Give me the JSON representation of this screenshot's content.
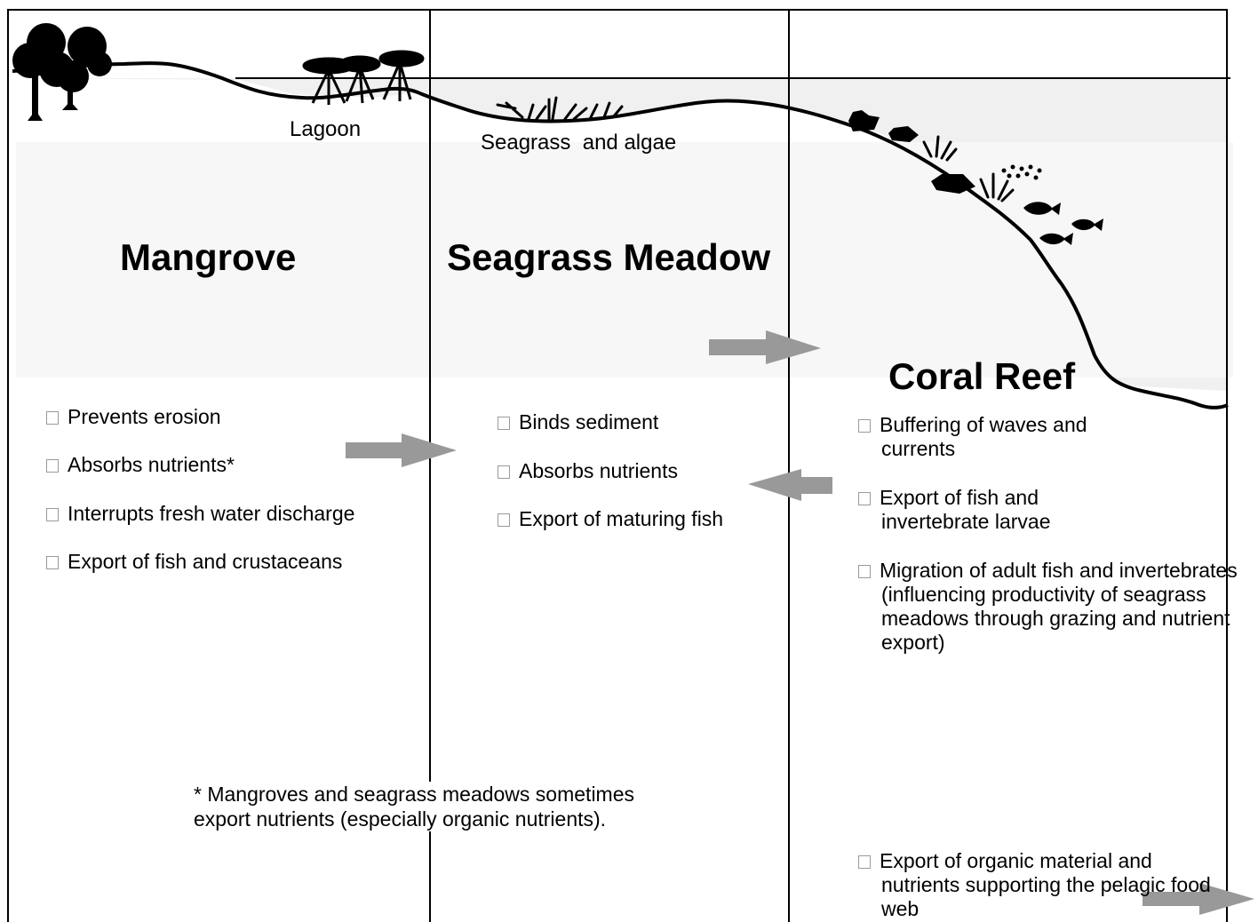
{
  "colors": {
    "water": "#f2f2f2",
    "arrow": "#999999",
    "line": "#000000"
  },
  "zones": {
    "mangrove": {
      "title": "Mangrove",
      "label": "Lagoon",
      "bullets": [
        "Prevents erosion",
        "Absorbs nutrients*",
        "Interrupts fresh water discharge",
        "Export of fish and crustaceans"
      ]
    },
    "seagrass": {
      "title": "Seagrass Meadow",
      "label": "Seagrass  and algae",
      "bullets": [
        "Binds sediment",
        "Absorbs nutrients",
        "Export of maturing fish"
      ]
    },
    "coral": {
      "title": "Coral Reef",
      "bullets": [
        "Buffering of waves and currents",
        "Export of fish and invertebrate larvae",
        "Migration of adult fish and invertebrates (influencing productivity of seagrass meadows through grazing and nutrient export)"
      ],
      "bottom_bullet": "Export of organic material and nutrients supporting the pelagic food web"
    }
  },
  "footnote": {
    "line1": "* Mangroves and seagrass meadows sometimes",
    "line2": "export nutrients (especially organic nutrients)."
  },
  "icons": [
    "mangrove-tree-icon",
    "mangrove-root-icon",
    "seagrass-icon",
    "coral-icon",
    "fish-icon",
    "arrow-icon"
  ]
}
